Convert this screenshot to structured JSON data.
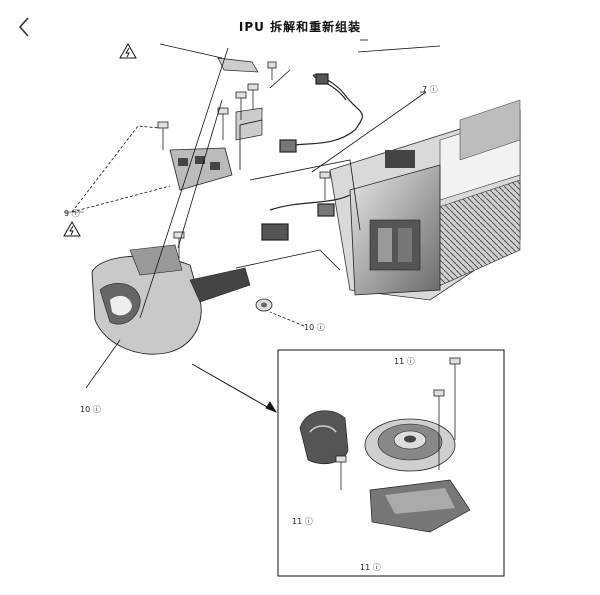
{
  "header": {
    "back_icon": "chevron-left-icon",
    "title": "IPU 拆解和重新组装"
  },
  "callouts": [
    {
      "id": "c7",
      "text": "7 ⓘ"
    },
    {
      "id": "c9",
      "text": "9 ⓘ"
    },
    {
      "id": "c10a",
      "text": "10 ⓘ"
    },
    {
      "id": "c10b",
      "text": "10 ⓘ"
    },
    {
      "id": "c11a",
      "text": "11 ⓘ"
    },
    {
      "id": "c11b",
      "text": "11 ⓘ"
    },
    {
      "id": "c11c",
      "text": "11 ⓘ"
    }
  ],
  "icons": {
    "warning": "high-voltage-warning-icon"
  },
  "colors": {
    "line": "#111111",
    "part_dark": "#3a3a3a",
    "part_mid": "#8a8a8a",
    "part_light": "#d6d6d6"
  }
}
